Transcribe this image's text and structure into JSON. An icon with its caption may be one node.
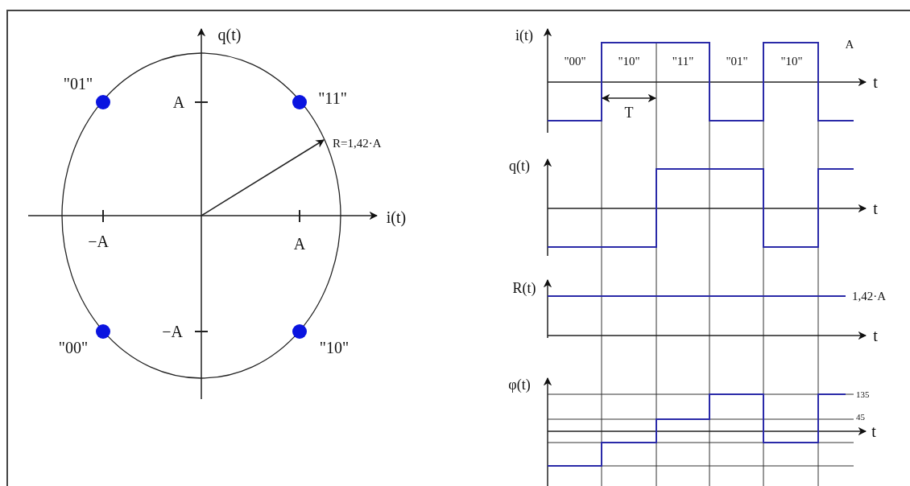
{
  "diagram": {
    "labels": [
      "q(t)",
      "\"01\"",
      "A",
      "\"11\"",
      "R=1,42·A",
      "−A",
      "A",
      "i(t)",
      "\"00\"",
      "−A",
      "\"10\"",
      "i(t)",
      "\"00\"",
      "\"10\"",
      "\"11\"",
      "\"01\"",
      "\"10\"",
      "A",
      "t",
      "T",
      "q(t)",
      "t",
      "R(t)",
      "1,42·A",
      "t",
      "φ(t)",
      "135",
      "45",
      "t"
    ]
  }
}
